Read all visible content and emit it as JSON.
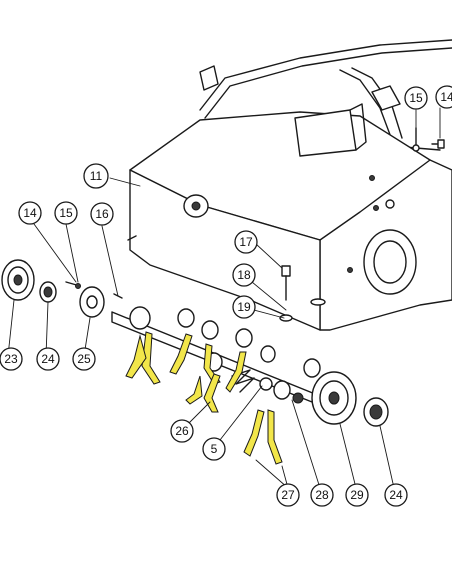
{
  "accent_color": "#f2e64a",
  "callouts": [
    {
      "id": "c15a",
      "label": "15"
    },
    {
      "id": "c14a",
      "label": "14"
    },
    {
      "id": "c11",
      "label": "11"
    },
    {
      "id": "c14b",
      "label": "14"
    },
    {
      "id": "c15b",
      "label": "15"
    },
    {
      "id": "c16",
      "label": "16"
    },
    {
      "id": "c17",
      "label": "17"
    },
    {
      "id": "c18",
      "label": "18"
    },
    {
      "id": "c19",
      "label": "19"
    },
    {
      "id": "c23",
      "label": "23"
    },
    {
      "id": "c24a",
      "label": "24"
    },
    {
      "id": "c25",
      "label": "25"
    },
    {
      "id": "c26",
      "label": "26"
    },
    {
      "id": "c5",
      "label": "5"
    },
    {
      "id": "c27",
      "label": "27"
    },
    {
      "id": "c28",
      "label": "28"
    },
    {
      "id": "c29",
      "label": "29"
    },
    {
      "id": "c24b",
      "label": "24"
    }
  ]
}
